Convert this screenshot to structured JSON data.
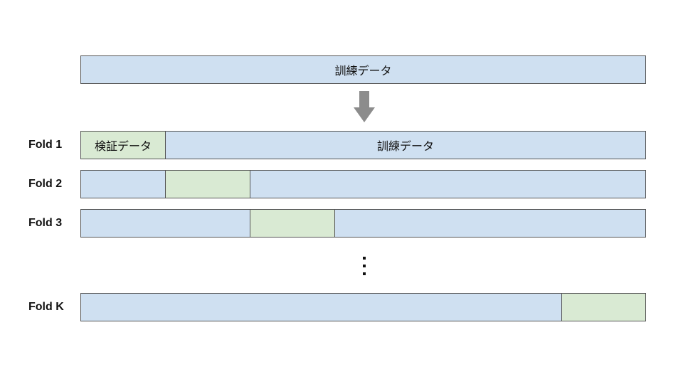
{
  "top_bar": {
    "label": "訓練データ"
  },
  "folds": [
    {
      "label": "Fold 1",
      "val_text": "検証データ",
      "train_text": "訓練データ",
      "val_index": 0
    },
    {
      "label": "Fold 2",
      "val_index": 1
    },
    {
      "label": "Fold 3",
      "val_index": 2
    },
    {
      "label": "Fold K",
      "val_index": "last"
    }
  ],
  "colors": {
    "train": "#cfe0f1",
    "validation": "#d9ead3",
    "border": "#555555",
    "arrow": "#8c8c8c"
  },
  "icons": [
    "down-arrow-icon",
    "vertical-ellipsis-icon"
  ]
}
